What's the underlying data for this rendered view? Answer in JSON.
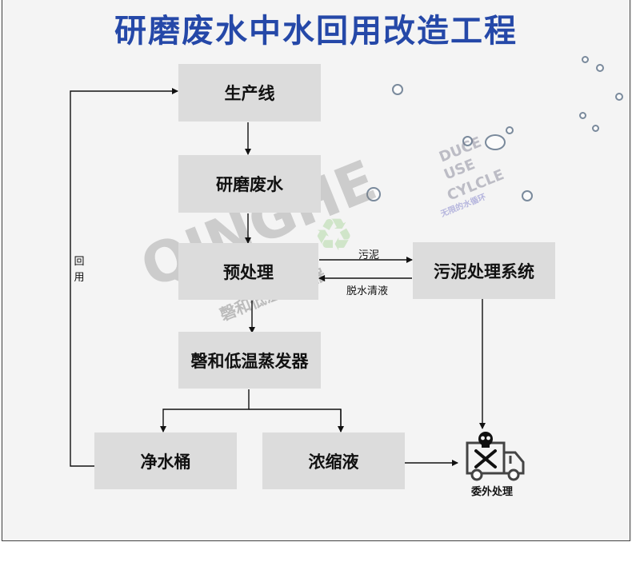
{
  "title": "研磨废水中水回用改造工程",
  "nodes": {
    "production_line": "生产线",
    "grinding_wastewater": "研磨废水",
    "pretreatment": "预处理",
    "evaporator": "磬和低温蒸发器",
    "clean_water_tank": "净水桶",
    "concentrate": "浓缩液",
    "sludge_system": "污泥处理系统",
    "outsourced": "委外处理"
  },
  "edge_labels": {
    "sludge": "污泥",
    "dewater_clear": "脱水清液",
    "reuse": "回用"
  },
  "watermark": {
    "brand": "QINGHE",
    "brand_cn": "磬和低温蒸发器",
    "reduce": "DUCE",
    "reuse": "USE",
    "recycle": "CYLCLE",
    "slogan": "无限的水循环"
  },
  "colors": {
    "title": "#2548a8",
    "box": "#dcdcdc",
    "background": "#f4f4f4"
  }
}
